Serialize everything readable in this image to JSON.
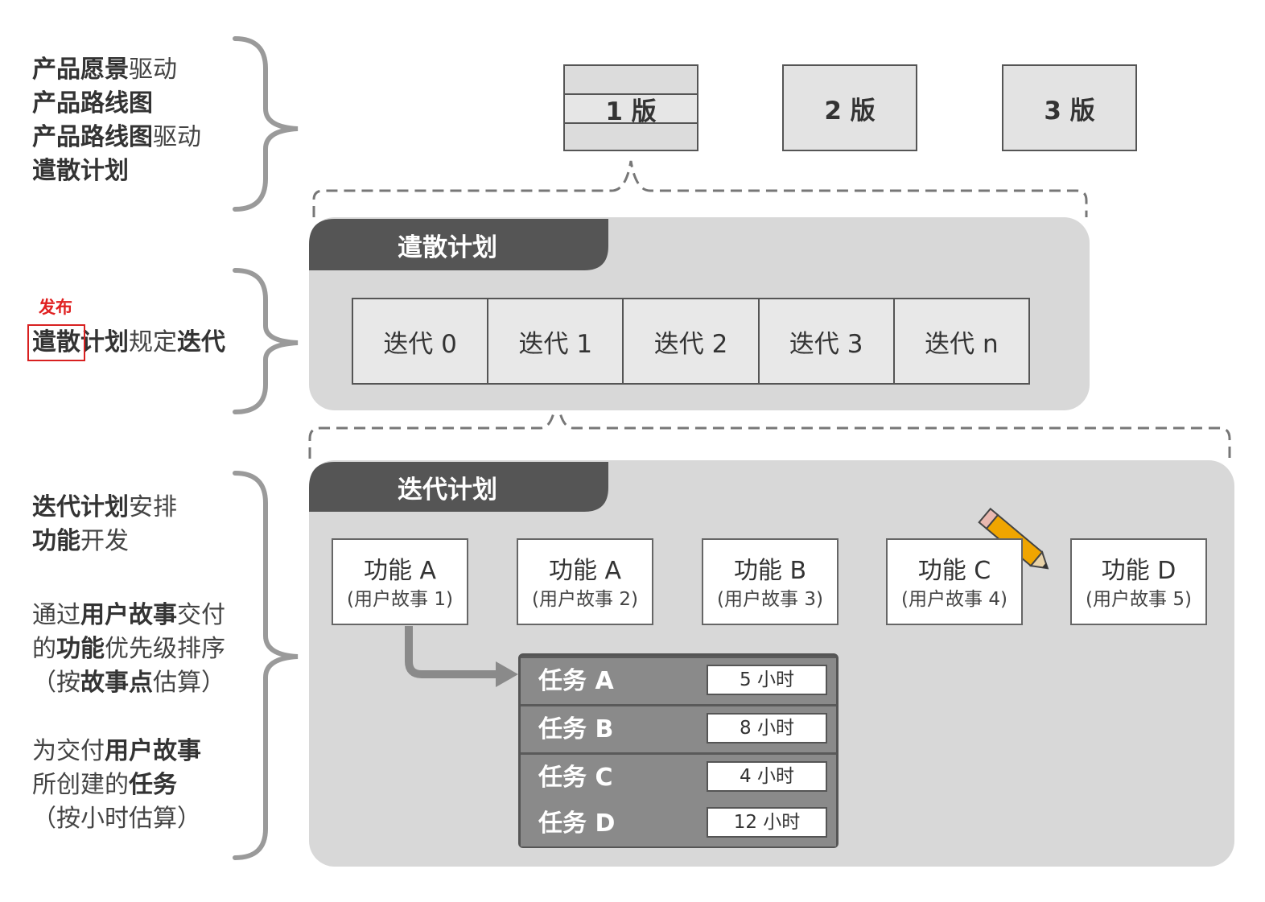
{
  "left_labels": {
    "group1": [
      [
        {
          "t": "产品愿景",
          "b": true
        },
        {
          "t": "驱动",
          "b": false
        }
      ],
      [
        {
          "t": "产品路线图",
          "b": true
        }
      ],
      [
        {
          "t": "产品路线图",
          "b": true
        },
        {
          "t": "驱动",
          "b": false
        }
      ],
      [
        {
          "t": "遣散计划",
          "b": true
        }
      ]
    ],
    "group2_annotation": "发布",
    "group2": [
      [
        {
          "t": "遣散计划",
          "b": true
        },
        {
          "t": "规定",
          "b": false
        },
        {
          "t": "迭代",
          "b": true
        }
      ]
    ],
    "group3": [
      [
        {
          "t": "迭代计划",
          "b": true
        },
        {
          "t": "安排",
          "b": false
        }
      ],
      [
        {
          "t": "功能",
          "b": true
        },
        {
          "t": "开发",
          "b": false
        }
      ]
    ],
    "group4": [
      [
        {
          "t": "通过",
          "b": false
        },
        {
          "t": "用户故事",
          "b": true
        },
        {
          "t": "交付",
          "b": false
        }
      ],
      [
        {
          "t": "的",
          "b": false
        },
        {
          "t": "功能",
          "b": true
        },
        {
          "t": "优先级排序",
          "b": false
        }
      ],
      [
        {
          "t": "（按",
          "b": false
        },
        {
          "t": "故事点",
          "b": true
        },
        {
          "t": "估算）",
          "b": false
        }
      ]
    ],
    "group5": [
      [
        {
          "t": "为交付",
          "b": false
        },
        {
          "t": "用户故事",
          "b": true
        }
      ],
      [
        {
          "t": "所创建的",
          "b": false
        },
        {
          "t": "任务",
          "b": true
        }
      ],
      [
        {
          "t": "（按小时估算）",
          "b": false
        }
      ]
    ]
  },
  "releases": [
    "1 版",
    "2 版",
    "3 版"
  ],
  "release_plan": {
    "title": "遣散计划",
    "iterations": [
      "迭代 0",
      "迭代 1",
      "迭代 2",
      "迭代 3",
      "迭代 n"
    ]
  },
  "iteration_plan": {
    "title": "迭代计划",
    "features": [
      {
        "name": "功能 A",
        "story": "(用户故事 1)"
      },
      {
        "name": "功能 A",
        "story": "(用户故事 2)"
      },
      {
        "name": "功能 B",
        "story": "(用户故事 3)"
      },
      {
        "name": "功能 C",
        "story": "(用户故事 4)"
      },
      {
        "name": "功能 D",
        "story": "(用户故事 5)"
      }
    ],
    "tasks": [
      {
        "name": "任务 A",
        "hours": "5 小时"
      },
      {
        "name": "任务 B",
        "hours": "8 小时"
      },
      {
        "name": "任务 C",
        "hours": "4 小时"
      },
      {
        "name": "任务 D",
        "hours": "12 小时"
      }
    ]
  },
  "colors": {
    "panel": "#d8d8d8",
    "title_bar": "#555555",
    "annotation": "#e02020"
  }
}
